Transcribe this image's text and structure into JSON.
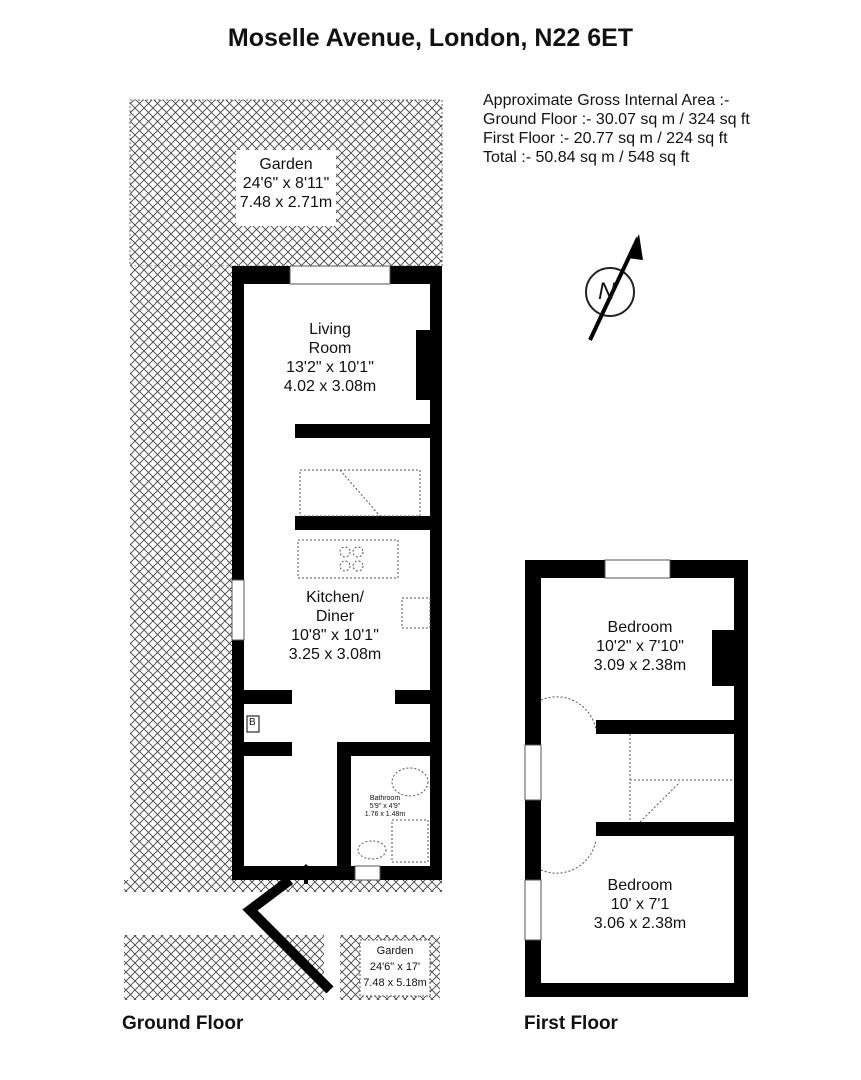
{
  "title": "Moselle Avenue, London, N22 6ET",
  "area": {
    "heading": "Approximate Gross Internal Area :-",
    "ground": "Ground Floor :- 30.07 sq m / 324 sq ft",
    "first": "First Floor :- 20.77 sq m / 224 sq ft",
    "total": "Total :- 50.84 sq m / 548 sq ft"
  },
  "compass": "N",
  "ground_floor": {
    "label": "Ground Floor",
    "rooms": [
      {
        "name": "Garden",
        "imperial": "24'6\" x 8'11\"",
        "metric": "7.48 x 2.71m"
      },
      {
        "name": "Living Room",
        "imperial": "13'2\" x 10'1\"",
        "metric": "4.02 x 3.08m"
      },
      {
        "name": "Kitchen/ Diner",
        "imperial": "10'8\" x 10'1\"",
        "metric": "3.25 x 3.08m"
      },
      {
        "name": "Bathroom",
        "imperial": "5'9\" x 4'9\"",
        "metric": "1.76 x 1.48m"
      },
      {
        "name": "Garden",
        "imperial": "24'6\" x 17'",
        "metric": "7.48 x 5.18m"
      }
    ],
    "boiler": "B"
  },
  "first_floor": {
    "label": "First Floor",
    "rooms": [
      {
        "name": "Bedroom",
        "imperial": "10'2\" x 7'10\"",
        "metric": "3.09 x 2.38m"
      },
      {
        "name": "Bedroom",
        "imperial": "10' x 7'1",
        "metric": "3.06 x 2.38m"
      }
    ]
  }
}
